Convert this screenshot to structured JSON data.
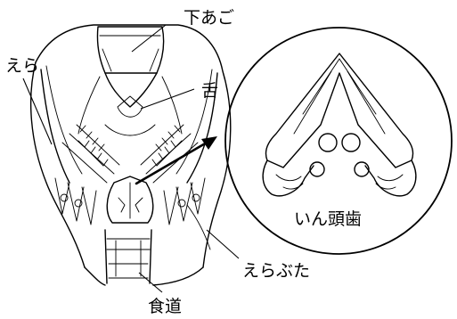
{
  "labels": {
    "lower_jaw": "下あご",
    "gills": "えら",
    "tongue": "舌",
    "pharyngeal_teeth": "いん頭歯",
    "operculum": "えらぶた",
    "esophagus": "食道"
  }
}
